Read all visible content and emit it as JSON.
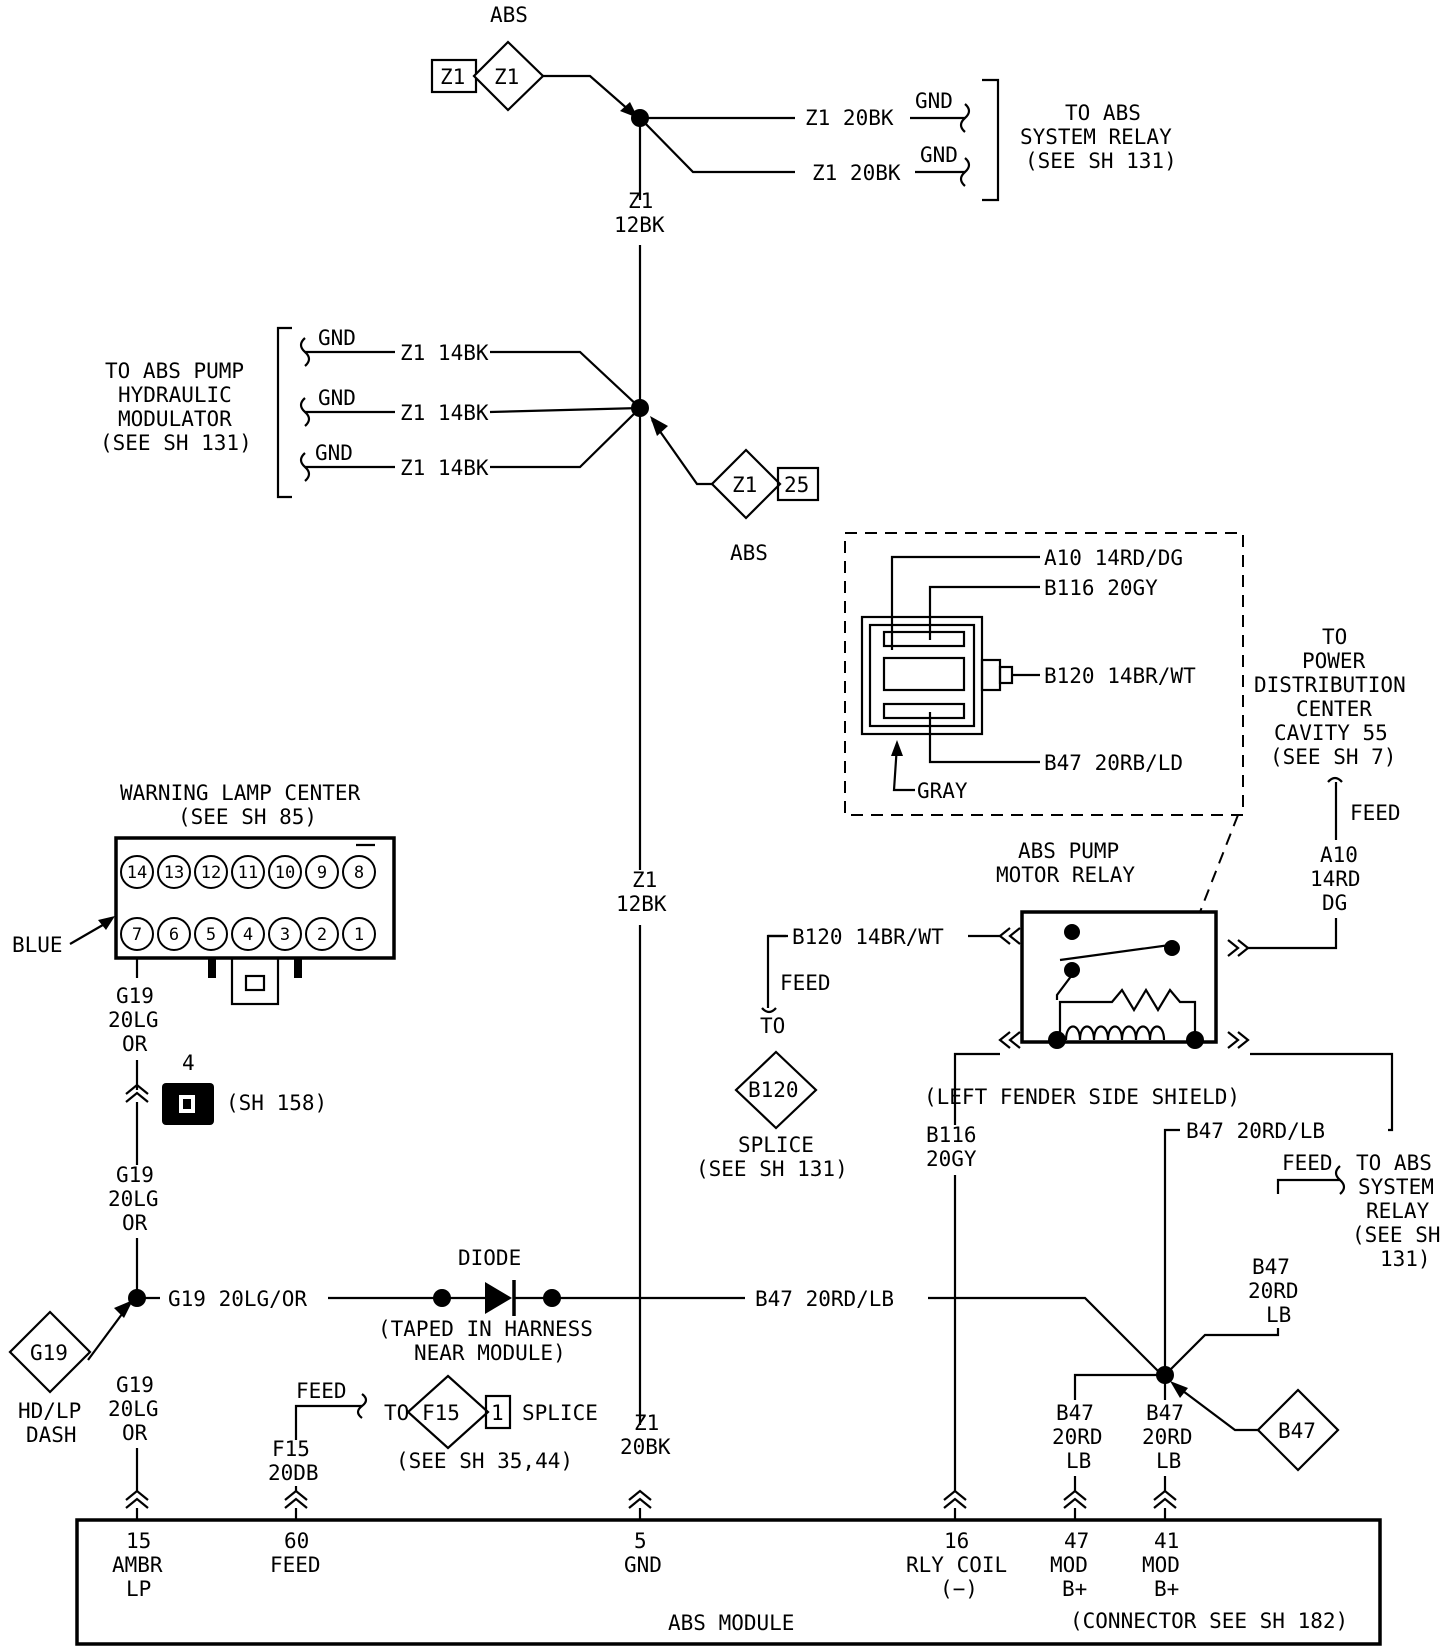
{
  "top_abs": {
    "label": "ABS",
    "connector_text": "Z1",
    "box_text": "Z1"
  },
  "top_wires": {
    "w1": "Z1 20BK",
    "w2": "Z1 20BK",
    "gnd1": "GND",
    "gnd2": "GND",
    "relay_l1": "TO ABS",
    "relay_l2": "SYSTEM RELAY",
    "relay_l3": "(SEE SH 131)",
    "trunk1_a": "Z1",
    "trunk1_b": "12BK"
  },
  "left_pump": {
    "l1": "TO ABS PUMP",
    "l2": "HYDRAULIC",
    "l3": "MODULATOR",
    "l4": "(SEE SH 131)",
    "gnd": "GND",
    "wire": "Z1 14BK"
  },
  "mid_abs": {
    "diamond": "Z1",
    "box": "25",
    "label": "ABS"
  },
  "trunk2": {
    "a": "Z1",
    "b": "12BK"
  },
  "gray_conn": {
    "w1": "A10 14RD/DG",
    "w2": "B116 20GY",
    "w3": "B120 14BR/WT",
    "w4": "B47 20RB/LD",
    "gray": "GRAY"
  },
  "pdc": {
    "l1": "TO",
    "l2": "POWER",
    "l3": "DISTRIBUTION",
    "l4": "CENTER",
    "l5": "CAVITY 55",
    "l6": "(SEE SH 7)",
    "feed": "FEED",
    "w1": "A10",
    "w2": "14RD",
    "w3": "DG"
  },
  "relay": {
    "l1": "ABS PUMP",
    "l2": "MOTOR RELAY",
    "location": "(LEFT FENDER SIDE SHIELD)"
  },
  "b120": {
    "wire": "B120 14BR/WT",
    "feed": "FEED",
    "to": "TO",
    "splice_id": "B120",
    "splice": "SPLICE",
    "see": "(SEE SH 131)"
  },
  "b116": {
    "a": "B116",
    "b": "20GY"
  },
  "b47_right": {
    "wire": "B47 20RD/LB",
    "feed": "FEED",
    "l1": "TO ABS",
    "l2": "SYSTEM",
    "l3": "RELAY",
    "l4": "(SEE SH",
    "l5": "131)"
  },
  "wlc": {
    "title": "WARNING LAMP CENTER",
    "see": "(SEE SH 85)",
    "blue": "BLUE",
    "top_pins": [
      "14",
      "13",
      "12",
      "11",
      "10",
      "9",
      "8"
    ],
    "bot_pins": [
      "7",
      "6",
      "5",
      "4",
      "3",
      "2",
      "1"
    ]
  },
  "g19": {
    "a": "G19",
    "b": "20LG",
    "c": "OR",
    "conn_num": "4",
    "conn_ref": "(SH 158)",
    "wire_h": "G19 20LG/OR",
    "diamond": "G19",
    "hd1": "HD/LP",
    "hd2": "DASH"
  },
  "diode": {
    "label": "DIODE",
    "n1": "(TAPED IN HARNESS",
    "n2": "NEAR MODULE)",
    "wire": "B47 20RD/LB"
  },
  "b47_vert": {
    "a": "B47",
    "b": "20RD",
    "c": "LB",
    "diamond": "B47"
  },
  "f15": {
    "feed": "FEED",
    "to": "TO",
    "diamond": "F15",
    "box": "1",
    "splice": "SPLICE",
    "see": "(SEE SH 35,44)",
    "a": "F15",
    "b": "20DB"
  },
  "z1_20bk": {
    "a": "Z1",
    "b": "20BK"
  },
  "module": {
    "name": "ABS MODULE",
    "connector": "(CONNECTOR SEE SH 182)",
    "p15": [
      "15",
      "AMBR",
      "LP"
    ],
    "p60": [
      "60",
      "FEED"
    ],
    "p5": [
      "5",
      "GND"
    ],
    "p16": [
      "16",
      "RLY COIL",
      "(−)"
    ],
    "p47": [
      "47",
      "MOD",
      "B+"
    ],
    "p41": [
      "41",
      "MOD",
      "B+"
    ]
  }
}
